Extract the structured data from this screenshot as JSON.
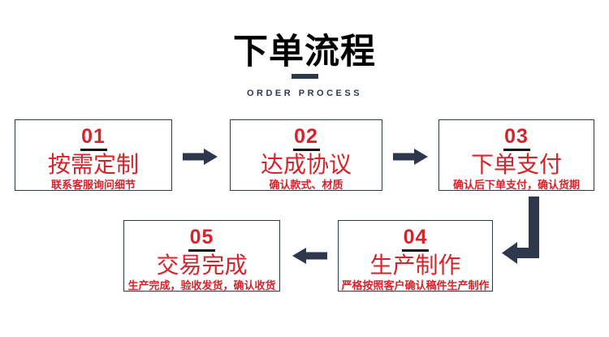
{
  "header": {
    "title": "下单流程",
    "subtitle": "ORDER PROCESS"
  },
  "steps": [
    {
      "number": "01",
      "title": "按需定制",
      "desc": "联系客服询问细节"
    },
    {
      "number": "02",
      "title": "达成协议",
      "desc": "确认款式、材质"
    },
    {
      "number": "03",
      "title": "下单支付",
      "desc": "确认后下单支付，确认货期"
    },
    {
      "number": "04",
      "title": "生产制作",
      "desc": "严格按照客户确认稿件生产制作"
    },
    {
      "number": "05",
      "title": "交易完成",
      "desc": "生产完成，验收发货，确认收货"
    }
  ],
  "flow_order": [
    "01",
    "02",
    "03",
    "04",
    "05"
  ],
  "icons": {
    "between_01_02": "arrow-right-icon",
    "between_02_03": "arrow-right-icon",
    "between_03_04": "arrow-elbow-down-left-icon",
    "between_04_05": "arrow-left-icon"
  },
  "colors": {
    "accent_red": "#d7232a",
    "navy": "#2d384d",
    "title_black": "#000000",
    "number_underline": "#111111",
    "background": "#ffffff"
  }
}
